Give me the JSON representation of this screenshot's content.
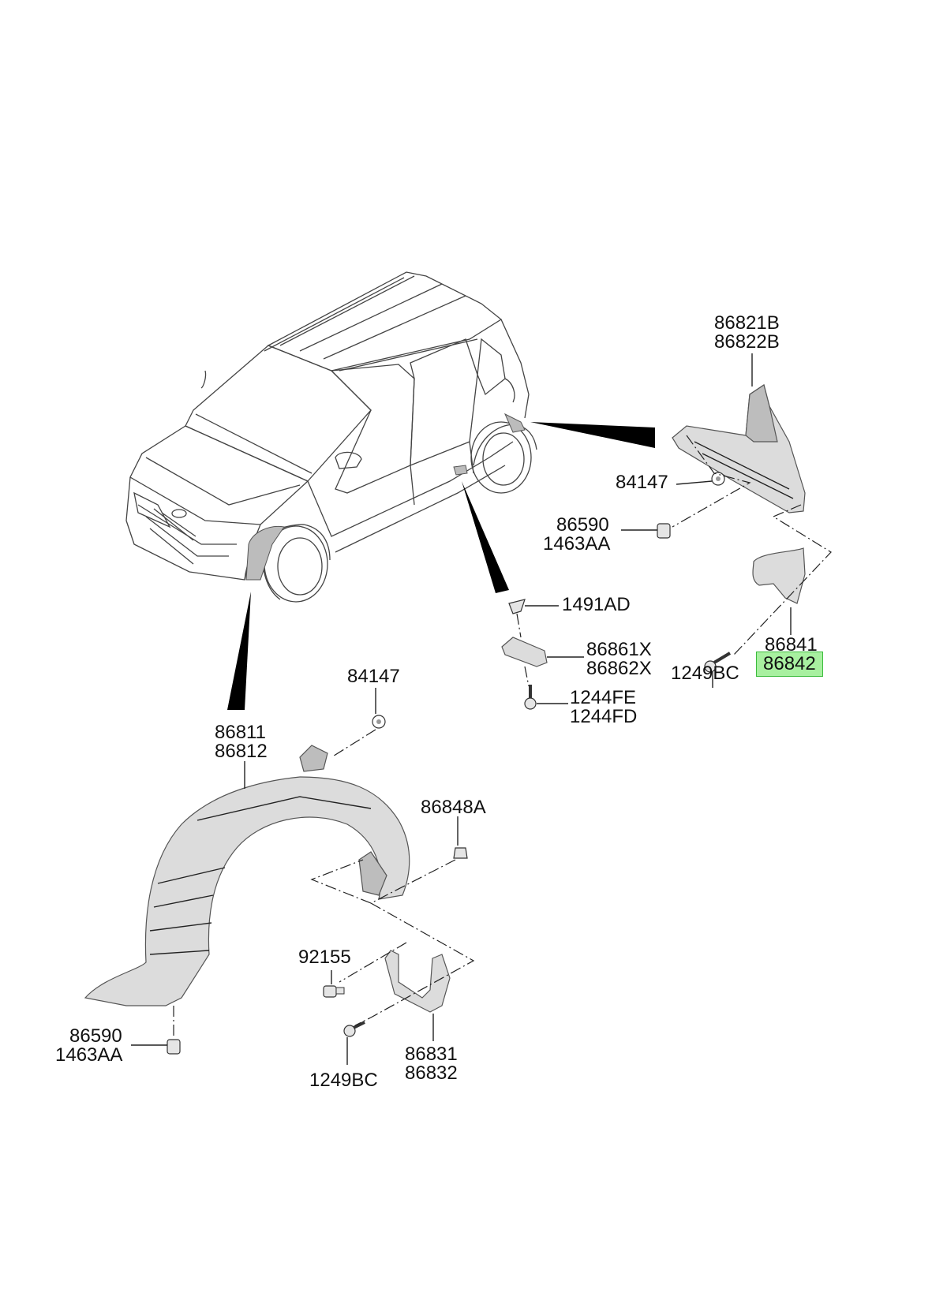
{
  "diagram": {
    "highlight_color": "#a8f0a0",
    "labels": {
      "rear_guard_upper": [
        "86821B",
        "86822B"
      ],
      "rear_clip": "84147",
      "rear_bolt": [
        "86590",
        "1463AA"
      ],
      "rear_mudguard": [
        "86841",
        "86842"
      ],
      "rear_screw": "1249BC",
      "side_clip": "1491AD",
      "side_bracket": [
        "86861X",
        "86862X"
      ],
      "side_screw": [
        "1244FE",
        "1244FD"
      ],
      "front_clip": "84147",
      "front_guard": [
        "86811",
        "86812"
      ],
      "front_fastener": "86848A",
      "front_pin": "92155",
      "front_bolt": [
        "86590",
        "1463AA"
      ],
      "front_screw": "1249BC",
      "front_mudguard": [
        "86831",
        "86832"
      ]
    },
    "selected": "86842",
    "icons": {
      "car": "car-outline-icon",
      "clip": "clip-icon",
      "bolt": "bolt-icon",
      "screw": "screw-icon"
    }
  }
}
